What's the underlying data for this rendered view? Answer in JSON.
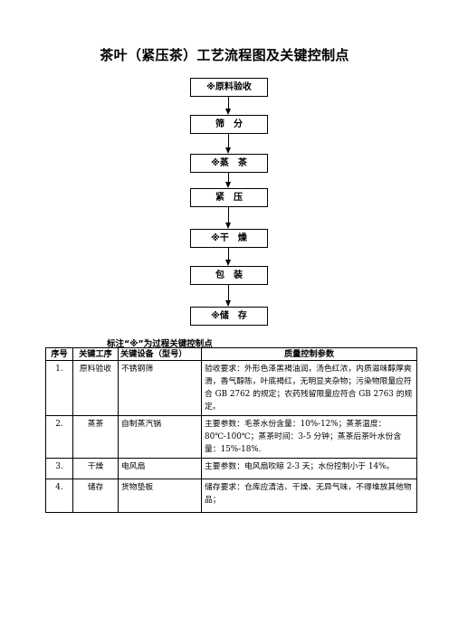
{
  "title": "茶叶（紧压茶）工艺流程图及关键控制点",
  "flow": {
    "steps": [
      "※原料验收",
      "筛　分",
      "※蒸　茶",
      "紧　压",
      "※干　燥",
      "包　装",
      "※储　存"
    ]
  },
  "note": "标注“※”为过程关键控制点",
  "table": {
    "headers": [
      "序号",
      "关键工序",
      "关键设备（型号）",
      "质量控制参数"
    ],
    "rows": [
      {
        "no": "1.",
        "process": "原料验收",
        "equipment": "不锈钢筛",
        "params": "验收要求：外形色泽黑褐油润，汤色红浓，内质滋味醇厚爽滑，香气醇陈，叶底褐红，无明显夹杂物；污染物限量应符合 GB 2762 的规定；农药残留限量应符合 GB 2763 的规定。"
      },
      {
        "no": "2.",
        "process": "蒸茶",
        "equipment": "自制蒸汽锅",
        "params": "主要参数：毛茶水份含量：10%-12%；蒸茶温度：80℃-100℃；蒸茶时间：3-5 分钟；蒸茶后茶叶水份含量：15%-18%."
      },
      {
        "no": "3.",
        "process": "干燥",
        "equipment": "电风扇",
        "params": "主要参数：电风扇吹晾 2-3 天；水份控制小于 14%。"
      },
      {
        "no": "4.",
        "process": "储存",
        "equipment": "货物垫板",
        "params": "储存要求：仓库应清洁、干燥、无异气味，不得堆放其他物品；"
      }
    ]
  }
}
